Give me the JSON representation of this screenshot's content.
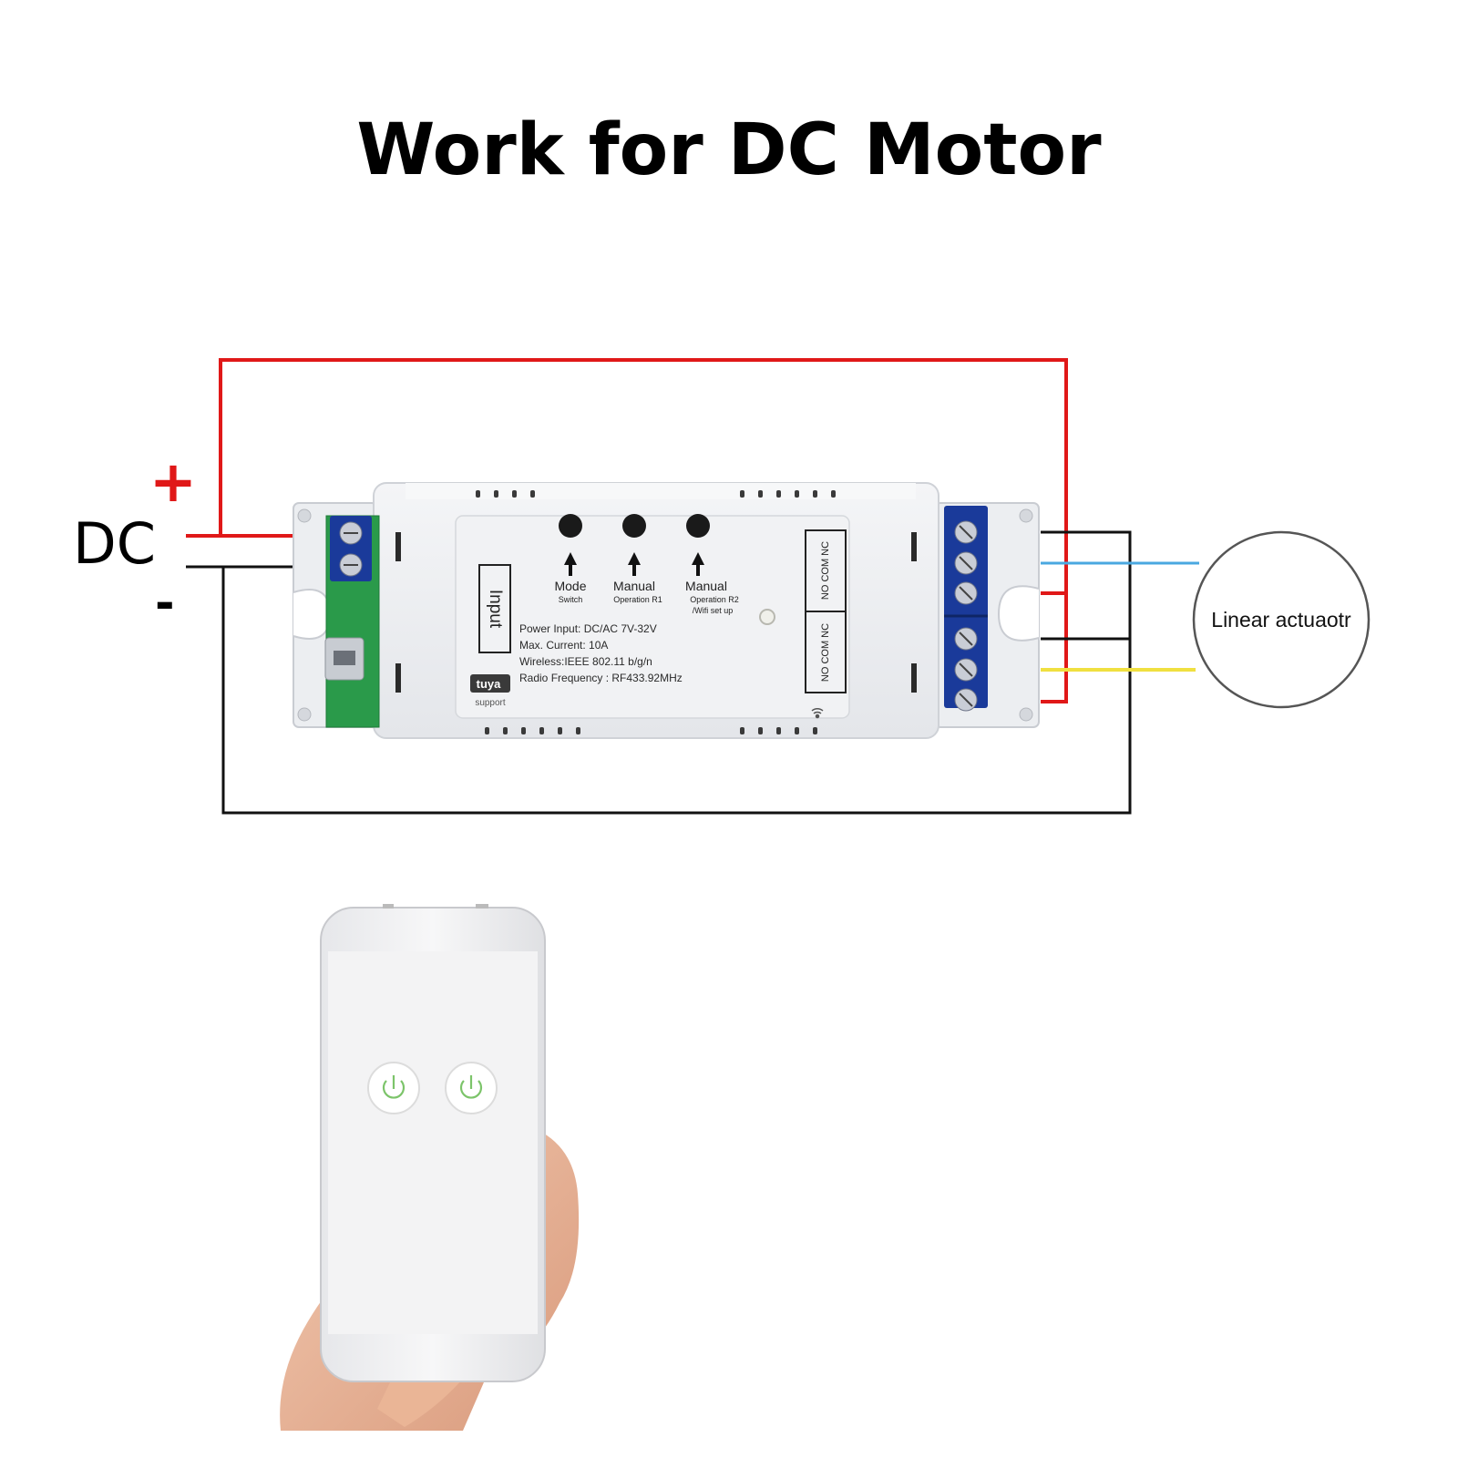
{
  "title": "Work for DC  Motor",
  "power": {
    "label": "DC",
    "positive": "+",
    "negative": "-"
  },
  "module": {
    "buttons": [
      {
        "label": "Mode",
        "sublabel": "Switch"
      },
      {
        "label": "Manual",
        "sublabel": "Operation R1"
      },
      {
        "label": "Manual",
        "sublabel": "Operation R2",
        "sublabel2": "/Wifi set up"
      }
    ],
    "input_label": "Input",
    "specs": [
      "Power Input:  DC/AC 7V-32V",
      "Max. Current:  10A",
      "Wireless:IEEE  802.11 b/g/n",
      "Radio Frequency : RF433.92MHz"
    ],
    "brand": "tuya",
    "brand_sub": "support",
    "relay_labels": [
      "NO COM NC",
      "NO COM NC"
    ]
  },
  "actuator_label": "Linear actuaotr",
  "phone": {
    "power_icons": [
      "power-icon",
      "power-icon"
    ]
  },
  "colors": {
    "positive_wire": "#e01818",
    "negative_wire": "#111111",
    "blue_wire": "#4aa8e0",
    "yellow_wire": "#f0e040",
    "terminal_blue": "#1a3a9a",
    "pcb_green": "#2a9a4a",
    "power_icon_green": "#7cc46a"
  }
}
